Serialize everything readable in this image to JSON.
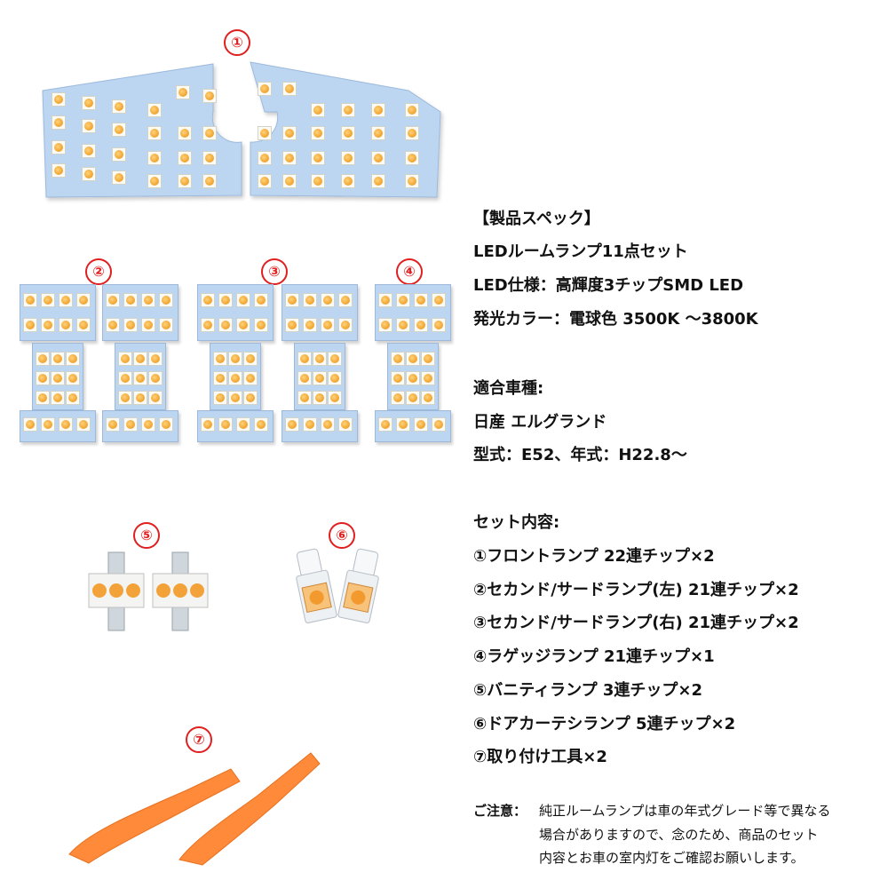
{
  "markers": [
    "①",
    "②",
    "③",
    "④",
    "⑤",
    "⑥",
    "⑦"
  ],
  "spec": {
    "heading": "【製品スペック】",
    "line1": "LEDルームランプ11点セット",
    "line2": "LED仕様：高輝度3チップSMD LED",
    "line3": "発光カラー：電球色 3500K ～3800K",
    "fit_label": "適合車種:",
    "fit_car": "日産 エルグランド",
    "fit_model": "型式：E52、年式：H22.8～",
    "set_label": "セット内容:",
    "items": [
      "①フロントランプ 22連チップ×2",
      "②セカンド/サードランプ(左) 21連チップ×2",
      "③セカンド/サードランプ(右) 21連チップ×2",
      "④ラゲッジランプ 21連チップ×1",
      "⑤バニティランプ 3連チップ×2",
      "⑥ドアカーテシランプ 5連チップ×2",
      "⑦取り付け工具×2"
    ]
  },
  "notice": {
    "label": "ご注意：",
    "line1": "純正ルームランプは車の年式グレード等で異なる",
    "line2": "場合がありますので、念のため、商品のセット",
    "line3": "内容とお車の室内灯をご確認お願いします。"
  },
  "colors": {
    "board": "#bcd6f2",
    "led": "#f0a22c",
    "marker": "#e02020",
    "tool": "#ff8a3a"
  }
}
